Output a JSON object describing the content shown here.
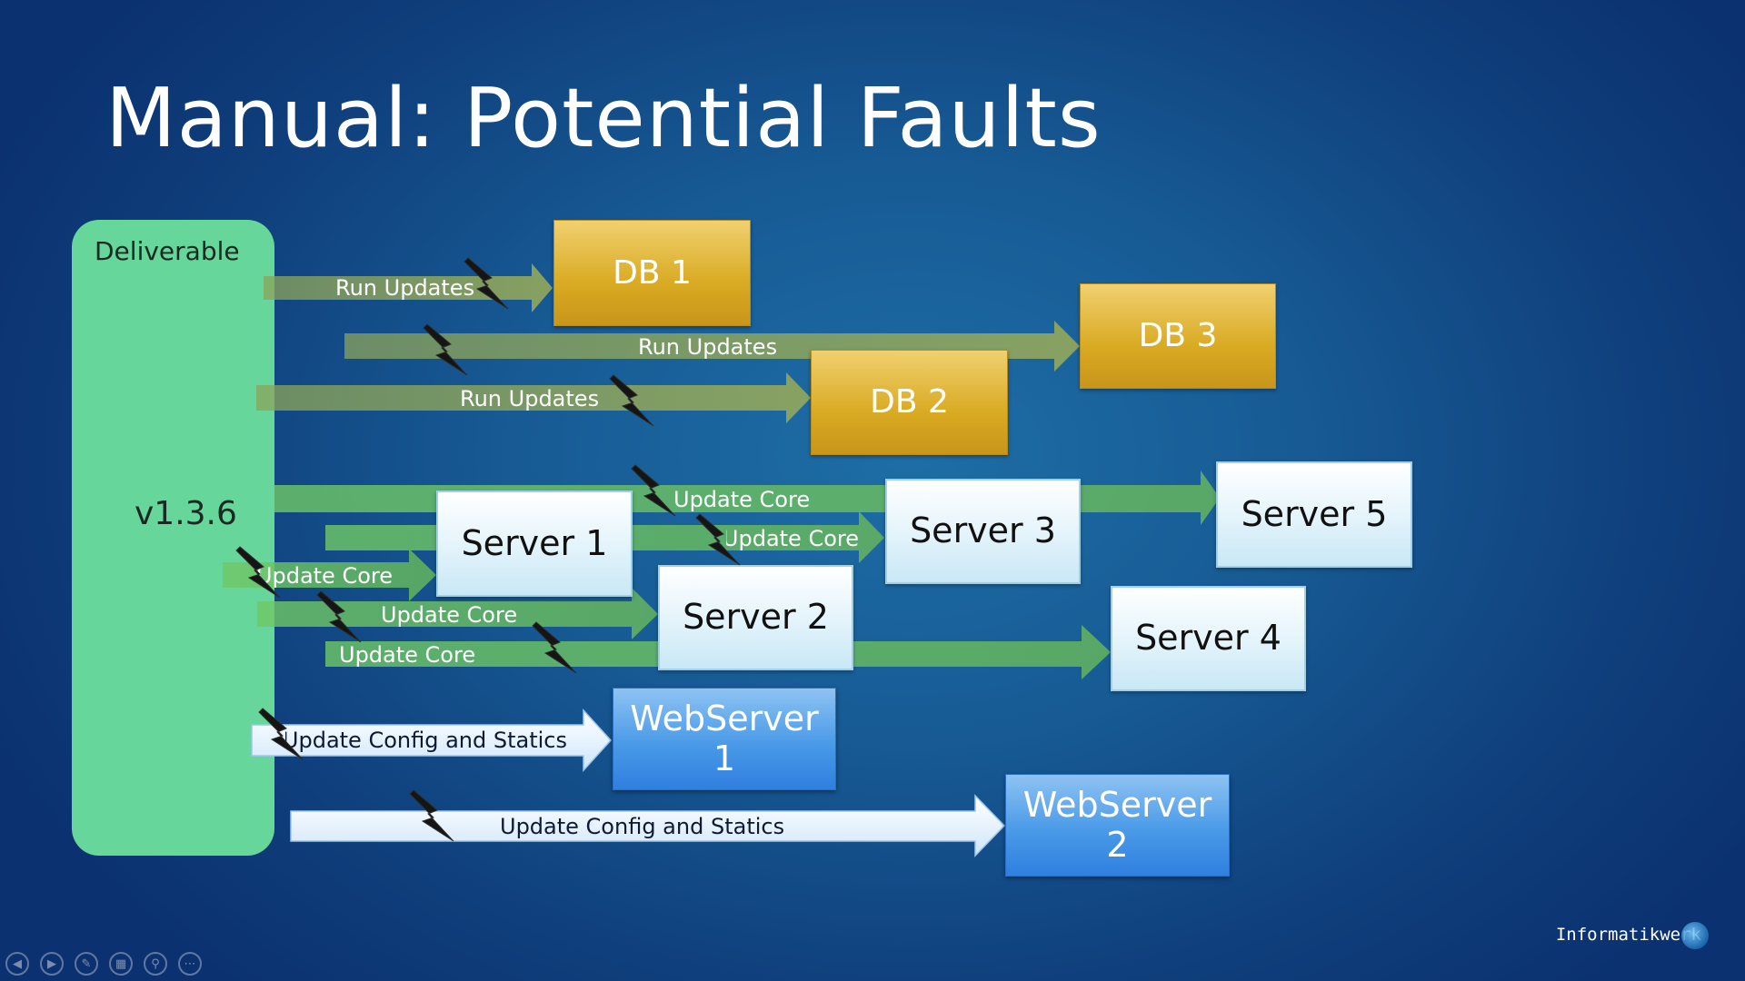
{
  "slide": {
    "title": "Manual: Potential Faults",
    "brand": "Informatikwerk"
  },
  "deliverable": {
    "label": "Deliverable",
    "version": "v1.3.6"
  },
  "targets": {
    "db1": "DB 1",
    "db2": "DB 2",
    "db3": "DB 3",
    "server1": "Server 1",
    "server2": "Server 2",
    "server3": "Server 3",
    "server4": "Server 4",
    "server5": "Server 5",
    "webserver1": "WebServer 1",
    "webserver2": "WebServer 2"
  },
  "arrows": {
    "run_updates_db1": "Run Updates",
    "run_updates_db3": "Run Updates",
    "run_updates_db2": "Run Updates",
    "update_core_s5": "Update Core",
    "update_core_s3": "Update Core",
    "update_core_s1": "Update Core",
    "update_core_s2": "Update Core",
    "update_core_s4": "Update Core",
    "update_config_ws1": "Update Config and Statics",
    "update_config_ws2": "Update Config and Statics"
  },
  "colors": {
    "background": "#175a94",
    "deliverable": "#66d69a",
    "db_arrow": "#8ea05e",
    "core_arrow": "#6dbf6a",
    "db_box": "#d9aa22",
    "server_box": "#e2f3fb",
    "webserver_box": "#4a9ae8",
    "fault": "#111111"
  },
  "icons": {
    "fault": "lightning-bolt-icon",
    "controls": [
      "previous-icon",
      "next-icon",
      "pen-icon",
      "slides-icon",
      "zoom-icon",
      "more-icon"
    ]
  }
}
